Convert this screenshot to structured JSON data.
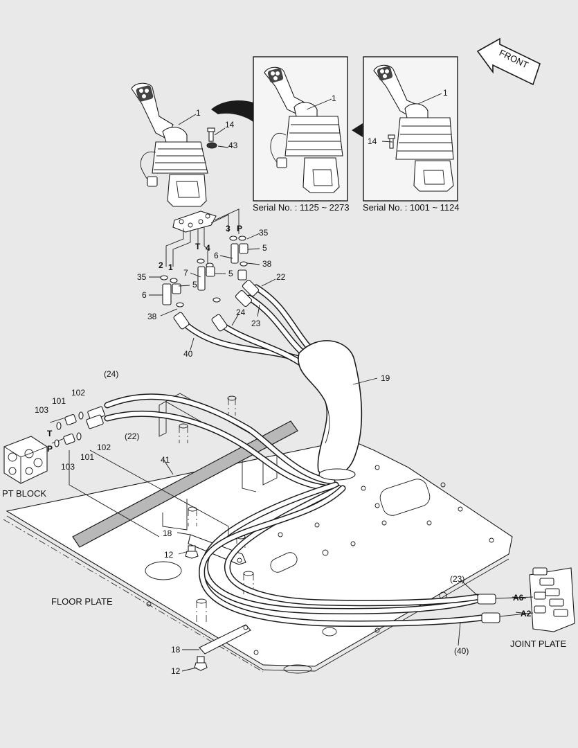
{
  "insets": {
    "serial_a": "Serial No. : 1125 ~ 2273",
    "serial_b": "Serial No. : 1001 ~ 1124"
  },
  "front_label": "FRONT",
  "assembly_labels": {
    "pt_block": "PT BLOCK",
    "floor_plate": "FLOOR PLATE",
    "joint_plate": "JOINT PLATE"
  },
  "callouts": {
    "main_joystick": "1",
    "inset_a_joystick": "1",
    "inset_b_joystick": "1",
    "bolt_top": "14",
    "washer_top": "43",
    "bolt_inset_b": "14",
    "port_3": "3",
    "port_p_top": "P",
    "port_t_top": "T",
    "port_4": "4",
    "port_2": "2",
    "port_1": "1",
    "oring_35_right": "35",
    "adapter_5_a": "5",
    "adapter_6_right": "6",
    "oring_38_right": "38",
    "adapter_7": "7",
    "adapter_5_b": "5",
    "oring_35_left": "35",
    "adapter_5_c": "5",
    "adapter_6_left": "6",
    "oring_38_left": "38",
    "hose_22": "22",
    "hose_23": "23",
    "hose_24": "24",
    "hose_40": "40",
    "boot_19": "19",
    "hose_24_paren": "(24)",
    "hose_22_paren": "(22)",
    "fitting_102_top": "102",
    "fitting_101_top": "101",
    "fitting_103_top": "103",
    "port_t_left": "T",
    "port_p_left": "P",
    "fitting_102_bot": "102",
    "fitting_101_bot": "101",
    "fitting_103_bot": "103",
    "bar_41": "41",
    "clip_18_a": "18",
    "bolt_12_a": "12",
    "clip_18_b": "18",
    "bolt_12_b": "12",
    "hose_23_paren": "(23)",
    "hose_40_paren": "(40)",
    "port_a6": "A6",
    "port_a2": "A2"
  }
}
